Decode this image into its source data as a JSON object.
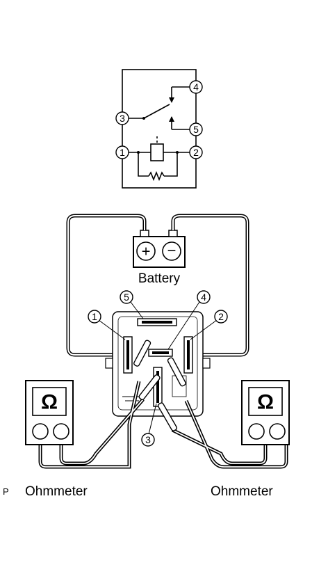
{
  "schematic": {
    "terminals": [
      "1",
      "2",
      "3",
      "4",
      "5"
    ]
  },
  "battery": {
    "label": "Battery",
    "positive_symbol": "+",
    "negative_symbol": "−"
  },
  "relay": {
    "terminals": [
      "1",
      "2",
      "3",
      "4",
      "5"
    ]
  },
  "ohmmeters": {
    "symbol": "Ω",
    "left_label": "Ohmmeter",
    "right_label": "Ohmmeter"
  },
  "corner_mark": "P"
}
